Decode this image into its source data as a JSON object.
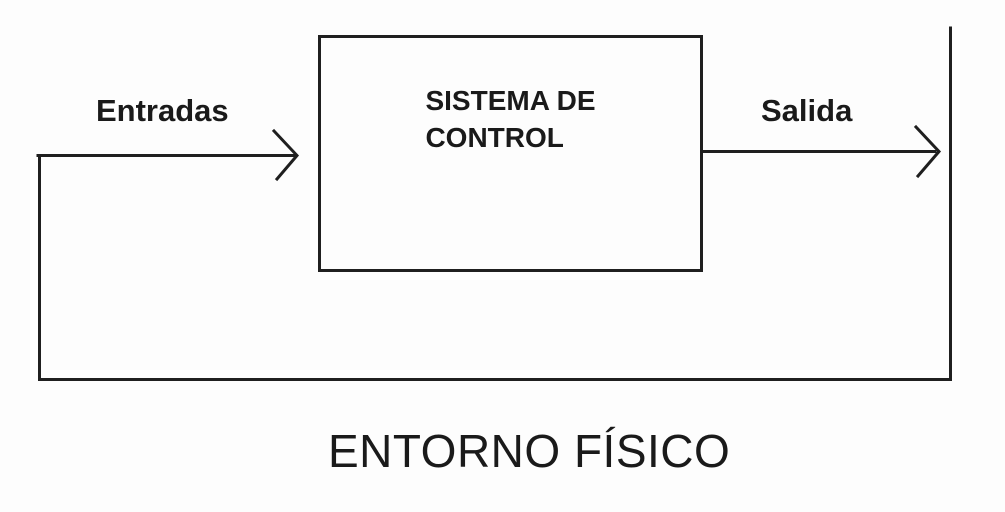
{
  "diagram": {
    "type": "block-diagram",
    "background_color": "#fdfdfd",
    "line_color": "#1f1f1f",
    "text_color": "#1a1a1a",
    "box": {
      "label_lines": [
        "SISTEMA DE",
        "CONTROL"
      ]
    },
    "labels": {
      "input": "Entradas",
      "output": "Salida",
      "environment": "ENTORNO FÍSICO"
    },
    "relations": {
      "input_arrow": "feedback loop -> SISTEMA DE CONTROL",
      "output_arrow": "SISTEMA DE CONTROL -> feedback loop",
      "feedback_loop": "output routed down, across bottom, and up to input"
    }
  }
}
